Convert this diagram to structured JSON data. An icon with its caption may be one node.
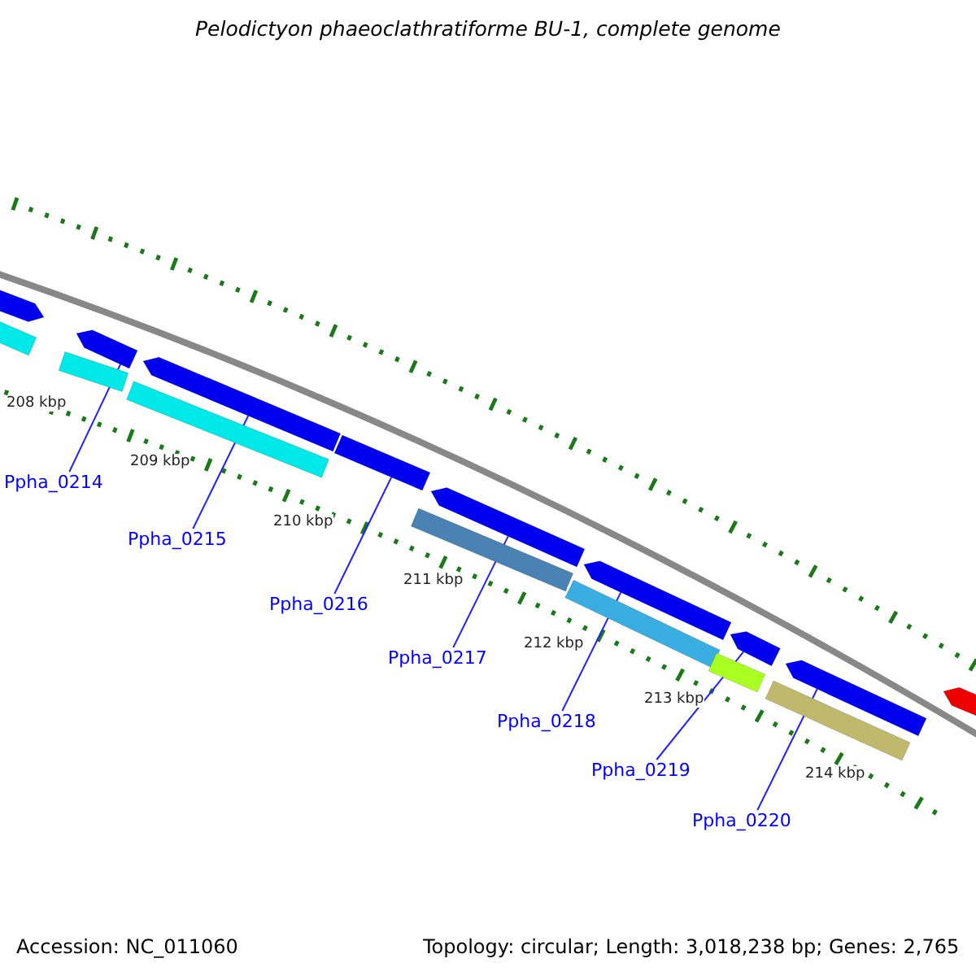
{
  "diagram": {
    "title": "Pelodictyon phaeoclathratiforme BU-1, complete genome",
    "nodes": [
      {
        "text": [
          "Ppha_0214"
        ]
      },
      {
        "text": [
          "Ppha_0215"
        ]
      },
      {
        "text": [
          "Ppha_0216"
        ]
      },
      {
        "text": [
          "Ppha_0217"
        ]
      },
      {
        "text": [
          "Ppha_0218"
        ]
      },
      {
        "text": [
          "Ppha_0219"
        ]
      },
      {
        "text": [
          "Ppha_0220"
        ]
      },
      {
        "text": [],
        "shape": "bar"
      },
      {
        "text": [],
        "shape": "bar"
      },
      {
        "text": [],
        "shape": "bar"
      },
      {
        "text": [],
        "shape": "bar"
      },
      {
        "text": [],
        "shape": "bar"
      },
      {
        "text": [],
        "shape": "bar"
      },
      {
        "text": [],
        "shape": "bar"
      },
      {
        "text": [],
        "shape": "bar"
      },
      {
        "text": [],
        "shape": "bar"
      },
      {
        "text": [],
        "shape": "bar"
      },
      {
        "text": [],
        "shape": "bar"
      },
      {
        "text": [],
        "shape": "bar"
      },
      {
        "text": [],
        "shape": "bar"
      },
      {
        "text": [],
        "shape": "bar"
      },
      {
        "text": [],
        "shape": "bar"
      },
      {
        "text": [],
        "shape": "bar"
      }
    ],
    "edges": [
      {
        "from": 0,
        "to": 9,
        "arrow": "none"
      },
      {
        "from": 1,
        "to": 12,
        "arrow": "none"
      },
      {
        "from": 2,
        "to": 13,
        "arrow": "none"
      },
      {
        "from": 3,
        "to": 15,
        "arrow": "none"
      },
      {
        "from": 4,
        "to": 17,
        "arrow": "none"
      },
      {
        "from": 5,
        "to": 19,
        "arrow": "none"
      },
      {
        "from": 6,
        "to": 21,
        "arrow": "none"
      }
    ],
    "labels": [
      "208 kbp",
      "209 kbp",
      "210 kbp",
      "211 kbp",
      "212 kbp",
      "213 kbp",
      "214 kbp",
      "Accession: NC_011060",
      "Topology: circular; Length: 3,018,238 bp; Genes: 2,765"
    ]
  }
}
